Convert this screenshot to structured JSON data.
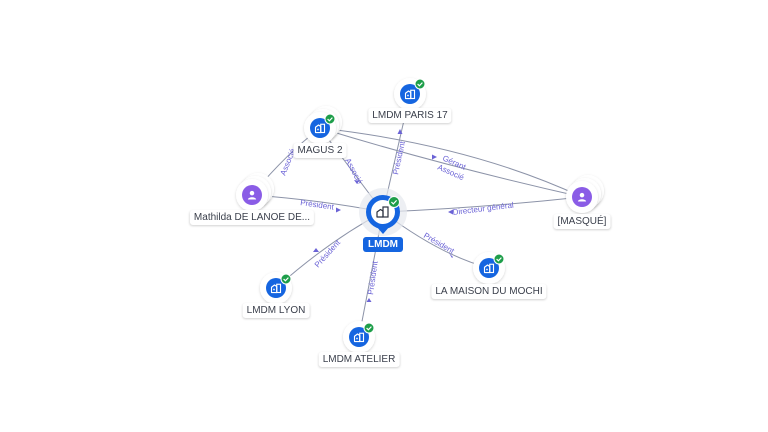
{
  "colors": {
    "edge": "#8c93a8",
    "company": "#1565e0",
    "person": "#8a5ce6",
    "check": "#1e9e4a",
    "edge_label": "#6b63d6"
  },
  "center": {
    "label": "LMDM",
    "icon": "building-icon"
  },
  "nodes": [
    {
      "id": "paris17",
      "label": "LMDM PARIS 17",
      "type": "company",
      "verified": true
    },
    {
      "id": "magus2",
      "label": "MAGUS 2",
      "type": "company",
      "verified": true
    },
    {
      "id": "mathilda",
      "label": "Mathilda DE LANOE DE...",
      "type": "person",
      "verified": false
    },
    {
      "id": "masque",
      "label": "[MASQUÉ]",
      "type": "person",
      "verified": false
    },
    {
      "id": "mochi",
      "label": "LA MAISON DU MOCHI",
      "type": "company",
      "verified": true
    },
    {
      "id": "lyon",
      "label": "LMDM LYON",
      "type": "company",
      "verified": true
    },
    {
      "id": "atelier",
      "label": "LMDM ATELIER",
      "type": "company",
      "verified": true
    }
  ],
  "edge_labels": {
    "paris17": "Président",
    "magus2": "Associé",
    "mathilda": "Président",
    "masque": "Directeur général",
    "mochi": "Président",
    "lyon": "Président",
    "atelier": "Président",
    "mathilda_magus2": "Associé",
    "masque_magus2_1": "Gérant",
    "masque_magus2_2": "Associé"
  }
}
